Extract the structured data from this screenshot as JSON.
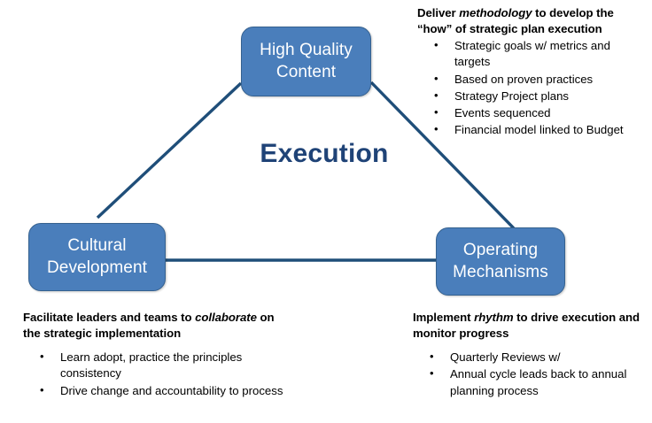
{
  "diagram": {
    "center_title": "Execution",
    "colors": {
      "node_fill": "#4a7ebb",
      "node_border": "#35618f",
      "connector": "#1f4e79",
      "title_text": "#1f4377",
      "node_text": "#ffffff",
      "annotation_text": "#000000",
      "background": "#ffffff"
    },
    "nodes": [
      {
        "id": "high-quality-content",
        "label": "High Quality Content"
      },
      {
        "id": "cultural-development",
        "label": "Cultural Development"
      },
      {
        "id": "operating-mechanisms",
        "label": "Operating Mechanisms"
      }
    ],
    "connectors": [
      {
        "from": "cultural-development",
        "to": "high-quality-content"
      },
      {
        "from": "high-quality-content",
        "to": "operating-mechanisms"
      },
      {
        "from": "cultural-development",
        "to": "operating-mechanisms"
      }
    ],
    "annotations": {
      "top_right": {
        "heading_parts": [
          {
            "text": "Deliver ",
            "style": "bold"
          },
          {
            "text": "methodology",
            "style": "bold-italic"
          },
          {
            "text": " to develop the “how” of strategic plan execution",
            "style": "bold"
          }
        ],
        "heading_plain": "Deliver methodology to develop the “how” of strategic plan execution",
        "bullets": [
          "Strategic goals w/ metrics and targets",
          "Based on proven practices",
          "Strategy Project plans",
          "Events sequenced",
          "Financial model linked to Budget"
        ]
      },
      "bottom_left": {
        "heading_parts": [
          {
            "text": "Facilitate leaders and teams to ",
            "style": "bold"
          },
          {
            "text": "collaborate",
            "style": "bold-italic"
          },
          {
            "text": " on the strategic implementation",
            "style": "bold"
          }
        ],
        "heading_plain": "Facilitate leaders and teams to collaborate on the strategic implementation",
        "bullets": [
          "Learn adopt, practice the principles consistency",
          "Drive change and accountability to process"
        ]
      },
      "bottom_right": {
        "heading_parts": [
          {
            "text": "Implement ",
            "style": "bold"
          },
          {
            "text": "rhythm",
            "style": "bold-italic"
          },
          {
            "text": " to drive execution and monitor progress",
            "style": "bold"
          }
        ],
        "heading_plain": "Implement rhythm to drive execution and monitor progress",
        "bullets": [
          "Quarterly Reviews w/",
          "Annual cycle leads back to annual planning process"
        ]
      }
    }
  }
}
